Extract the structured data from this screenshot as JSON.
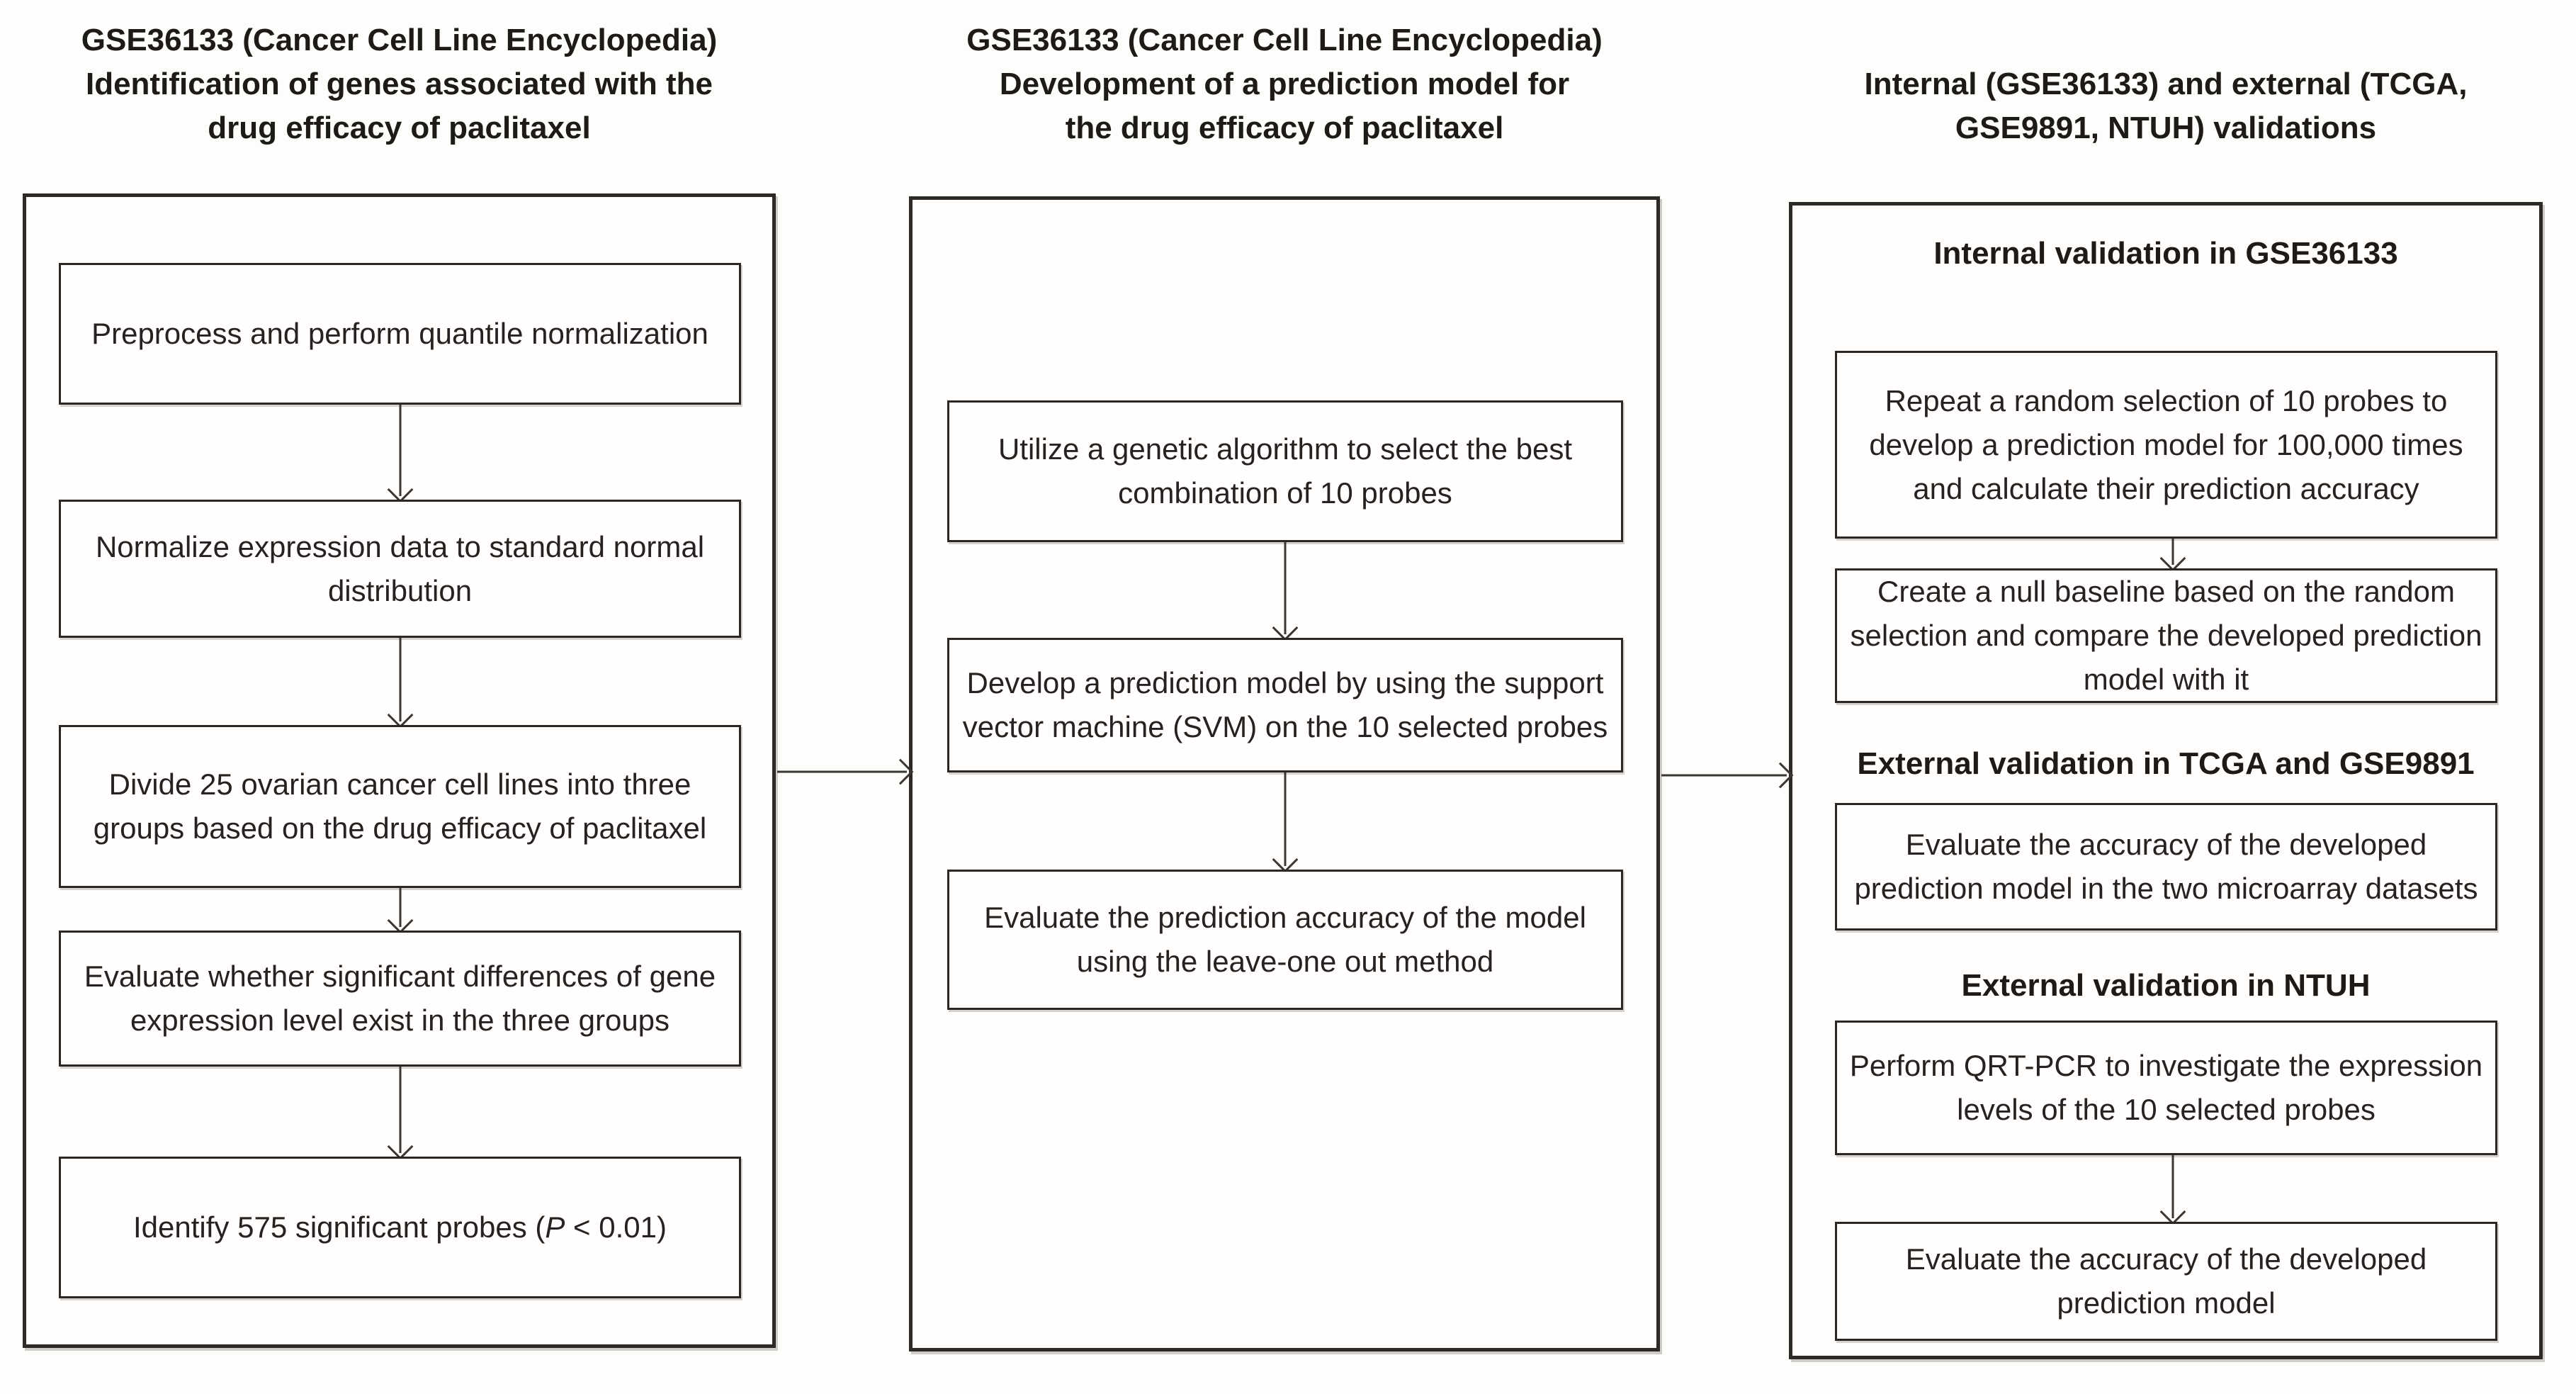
{
  "page": {
    "background": "#fdfdfb",
    "line_color": "#2b2724",
    "text_color": "#272221"
  },
  "col1": {
    "title1": "GSE36133 (Cancer Cell Line Encyclopedia)",
    "title2": "Identification of genes associated with the",
    "title3": "drug efficacy of paclitaxel",
    "box1": "Preprocess and perform quantile normalization",
    "box2": "Normalize expression data to standard normal distribution",
    "box3": "Divide 25 ovarian cancer cell lines into three groups based on the drug efficacy of paclitaxel",
    "box4": "Evaluate whether significant differences of gene expression level exist in the three groups",
    "box5_pre": "Identify 575 significant probes (",
    "box5_var": "P",
    "box5_post": " < 0.01)"
  },
  "col2": {
    "title1": "GSE36133 (Cancer Cell Line Encyclopedia)",
    "title2": "Development of a prediction model for",
    "title3": "the drug efficacy of paclitaxel",
    "box1": "Utilize a genetic algorithm to select the best combination of 10 probes",
    "box2": "Develop a prediction model by using the support vector machine (SVM) on the 10 selected probes",
    "box3": "Evaluate the prediction accuracy of the model using the leave-one out method"
  },
  "col3": {
    "title1": "Internal (GSE36133) and external (TCGA,",
    "title2": "GSE9891, NTUH) validations",
    "heading1": "Internal validation in GSE36133",
    "box1": "Repeat a random selection of 10 probes to develop a prediction model for 100,000 times and calculate their prediction accuracy",
    "box2": "Create a null baseline based on the random selection and compare the developed prediction model with it",
    "heading2": "External validation in TCGA and GSE9891",
    "box3": "Evaluate the accuracy of the developed prediction model in the two microarray datasets",
    "heading3": "External validation in NTUH",
    "box4": "Perform QRT-PCR to investigate the expression levels of the 10 selected probes",
    "box5": "Evaluate the accuracy of the developed prediction model"
  }
}
